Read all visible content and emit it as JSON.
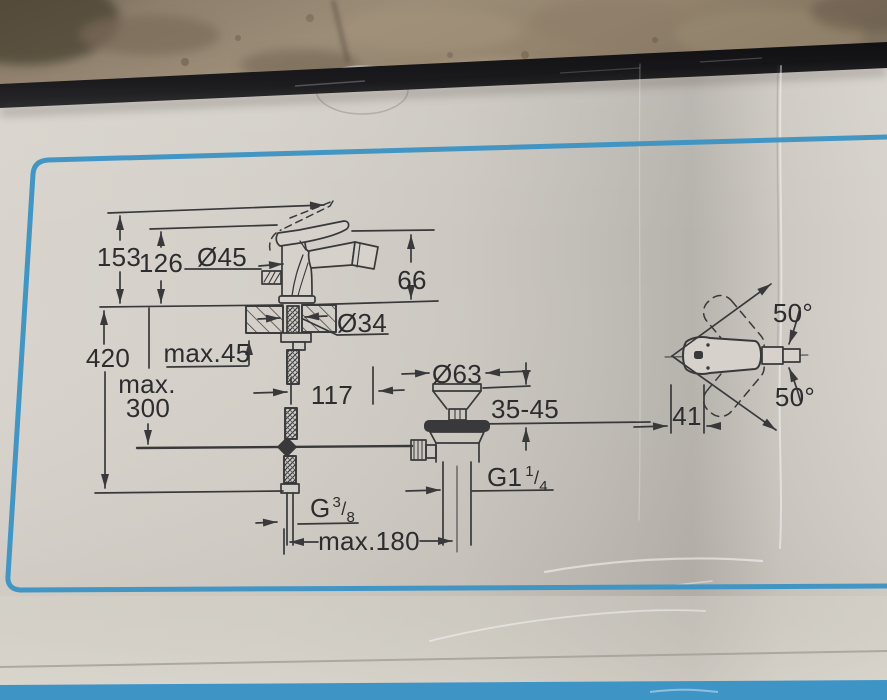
{
  "scene": {
    "description": "Photo of a faucet product box on a tiled floor showing a printed technical dimension drawing of a bidet mixer with pop-up waste",
    "accent_blue": "#3b92c3",
    "box_face_color": "#cfcbc4",
    "line_color": "#39393b"
  },
  "dims": {
    "h153": "153",
    "h126": "126",
    "dia45": "Ø45",
    "h66": "66",
    "dia34": "Ø34",
    "deck_max": "max.45",
    "h420": "420",
    "hose_max": "max.",
    "hose_300": "300",
    "off117": "117",
    "dia63": "Ø63",
    "adj3545": "35-45",
    "g114": "G1",
    "g114_num": "1",
    "g114_den": "4",
    "g38": "G",
    "g38_num": "3",
    "g38_den": "8",
    "slash": "/",
    "reach180": "max.180",
    "w41": "41",
    "angle_up": "50°",
    "angle_down": "50°"
  }
}
